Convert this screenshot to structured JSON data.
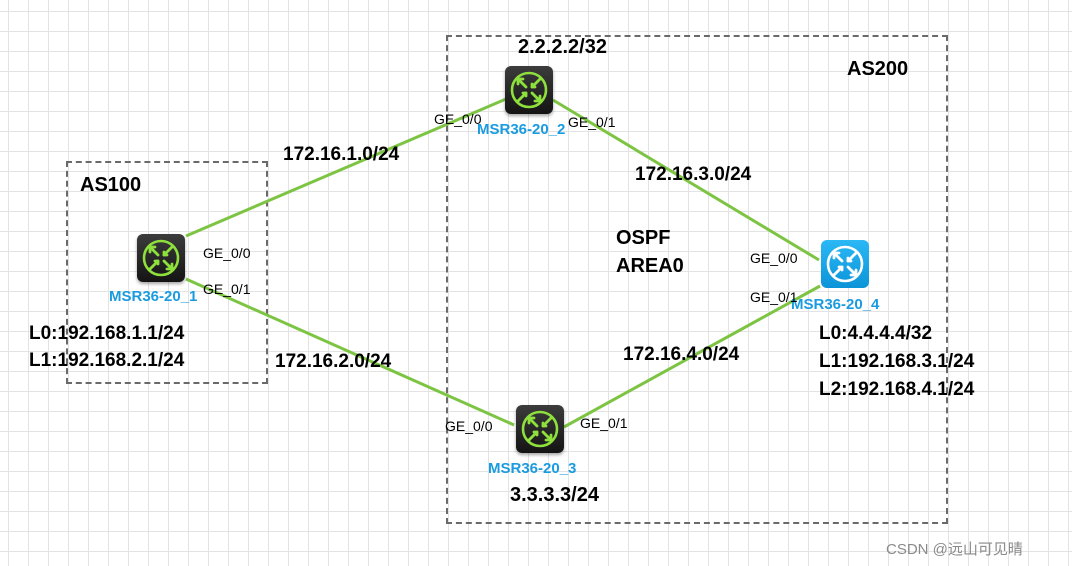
{
  "areas": {
    "as100": "AS100",
    "as200": "AS200",
    "ospf_line1": "OSPF",
    "ospf_line2": "AREA0"
  },
  "devices": {
    "r1": {
      "name": "MSR36-20_1",
      "port_a": "GE_0/0",
      "port_b": "GE_0/1",
      "addr1": "L0:192.168.1.1/24",
      "addr2": "L1:192.168.2.1/24"
    },
    "r2": {
      "name": "MSR36-20_2",
      "port_a": "GE_0/0",
      "port_b": "GE_0/1",
      "loopback": "2.2.2.2/32"
    },
    "r3": {
      "name": "MSR36-20_3",
      "port_a": "GE_0/0",
      "port_b": "GE_0/1",
      "loopback": "3.3.3.3/24"
    },
    "r4": {
      "name": "MSR36-20_4",
      "port_a": "GE_0/0",
      "port_b": "GE_0/1",
      "addr1": "L0:4.4.4.4/32",
      "addr2": "L1:192.168.3.1/24",
      "addr3": "L2:192.168.4.1/24"
    }
  },
  "links": {
    "r1_r2": "172.16.1.0/24",
    "r1_r3": "172.16.2.0/24",
    "r2_r4": "172.16.3.0/24",
    "r3_r4": "172.16.4.0/24"
  },
  "colors": {
    "link": "#7dc443",
    "device_label": "#1a9be0",
    "router_symbol": "#8ee03c",
    "router_highlight": "#1aa7ea"
  },
  "watermark": "CSDN @远山可见晴"
}
